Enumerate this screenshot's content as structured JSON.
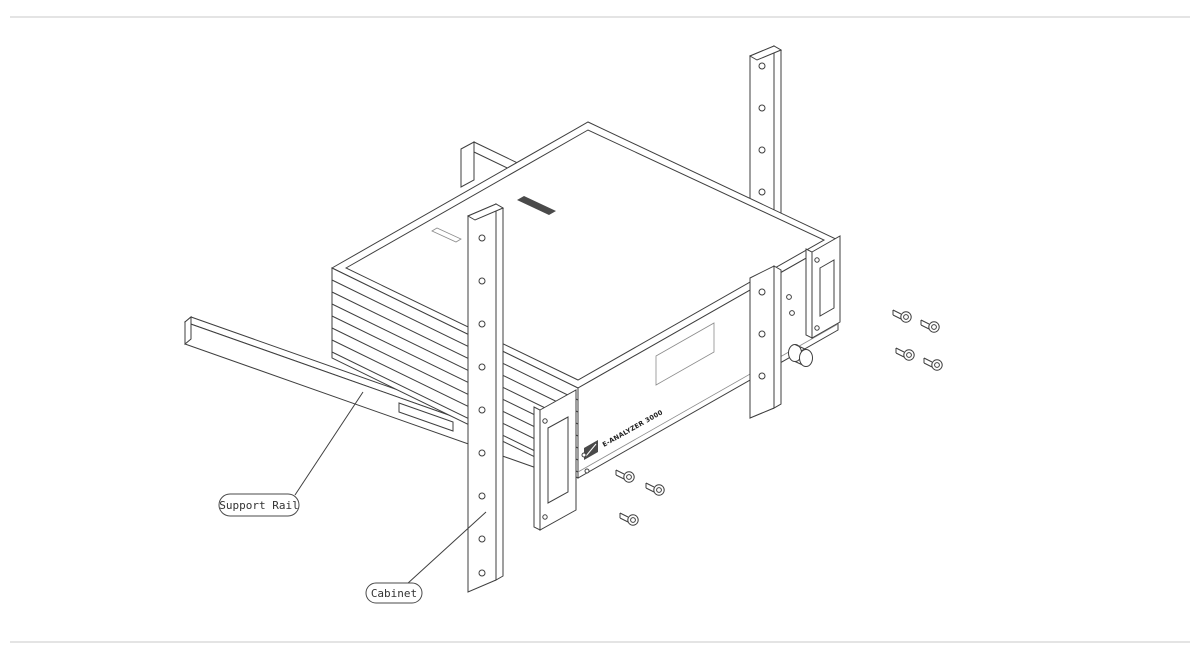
{
  "callouts": {
    "support_rail": "Support Rail",
    "cabinet": "Cabinet"
  },
  "device": {
    "front_label": "E-ANALYZER 3000"
  },
  "colors": {
    "line": "#3f3f3f",
    "muted_line": "#8c8c8c",
    "callout_line": "#4a4a4a",
    "background": "#ffffff",
    "page_border": "#dcdcdc"
  }
}
